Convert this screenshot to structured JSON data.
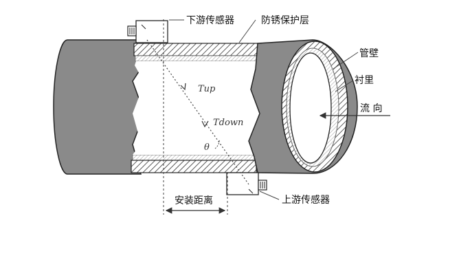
{
  "labels": {
    "downstream_sensor": "下游传感器",
    "anticorrosion_layer": "防锈保护层",
    "pipe_wall": "管壁",
    "lining": "衬里",
    "flow_direction": "流 向",
    "upstream_sensor": "上游传感器",
    "install_distance": "安装距离",
    "t_up": "Tup",
    "t_down": "Tdown",
    "theta": "θ"
  },
  "colors": {
    "pipe_fill": "#8a8a8a",
    "pipe_inner": "#ffffff",
    "line": "#222222",
    "leader": "#444444"
  }
}
